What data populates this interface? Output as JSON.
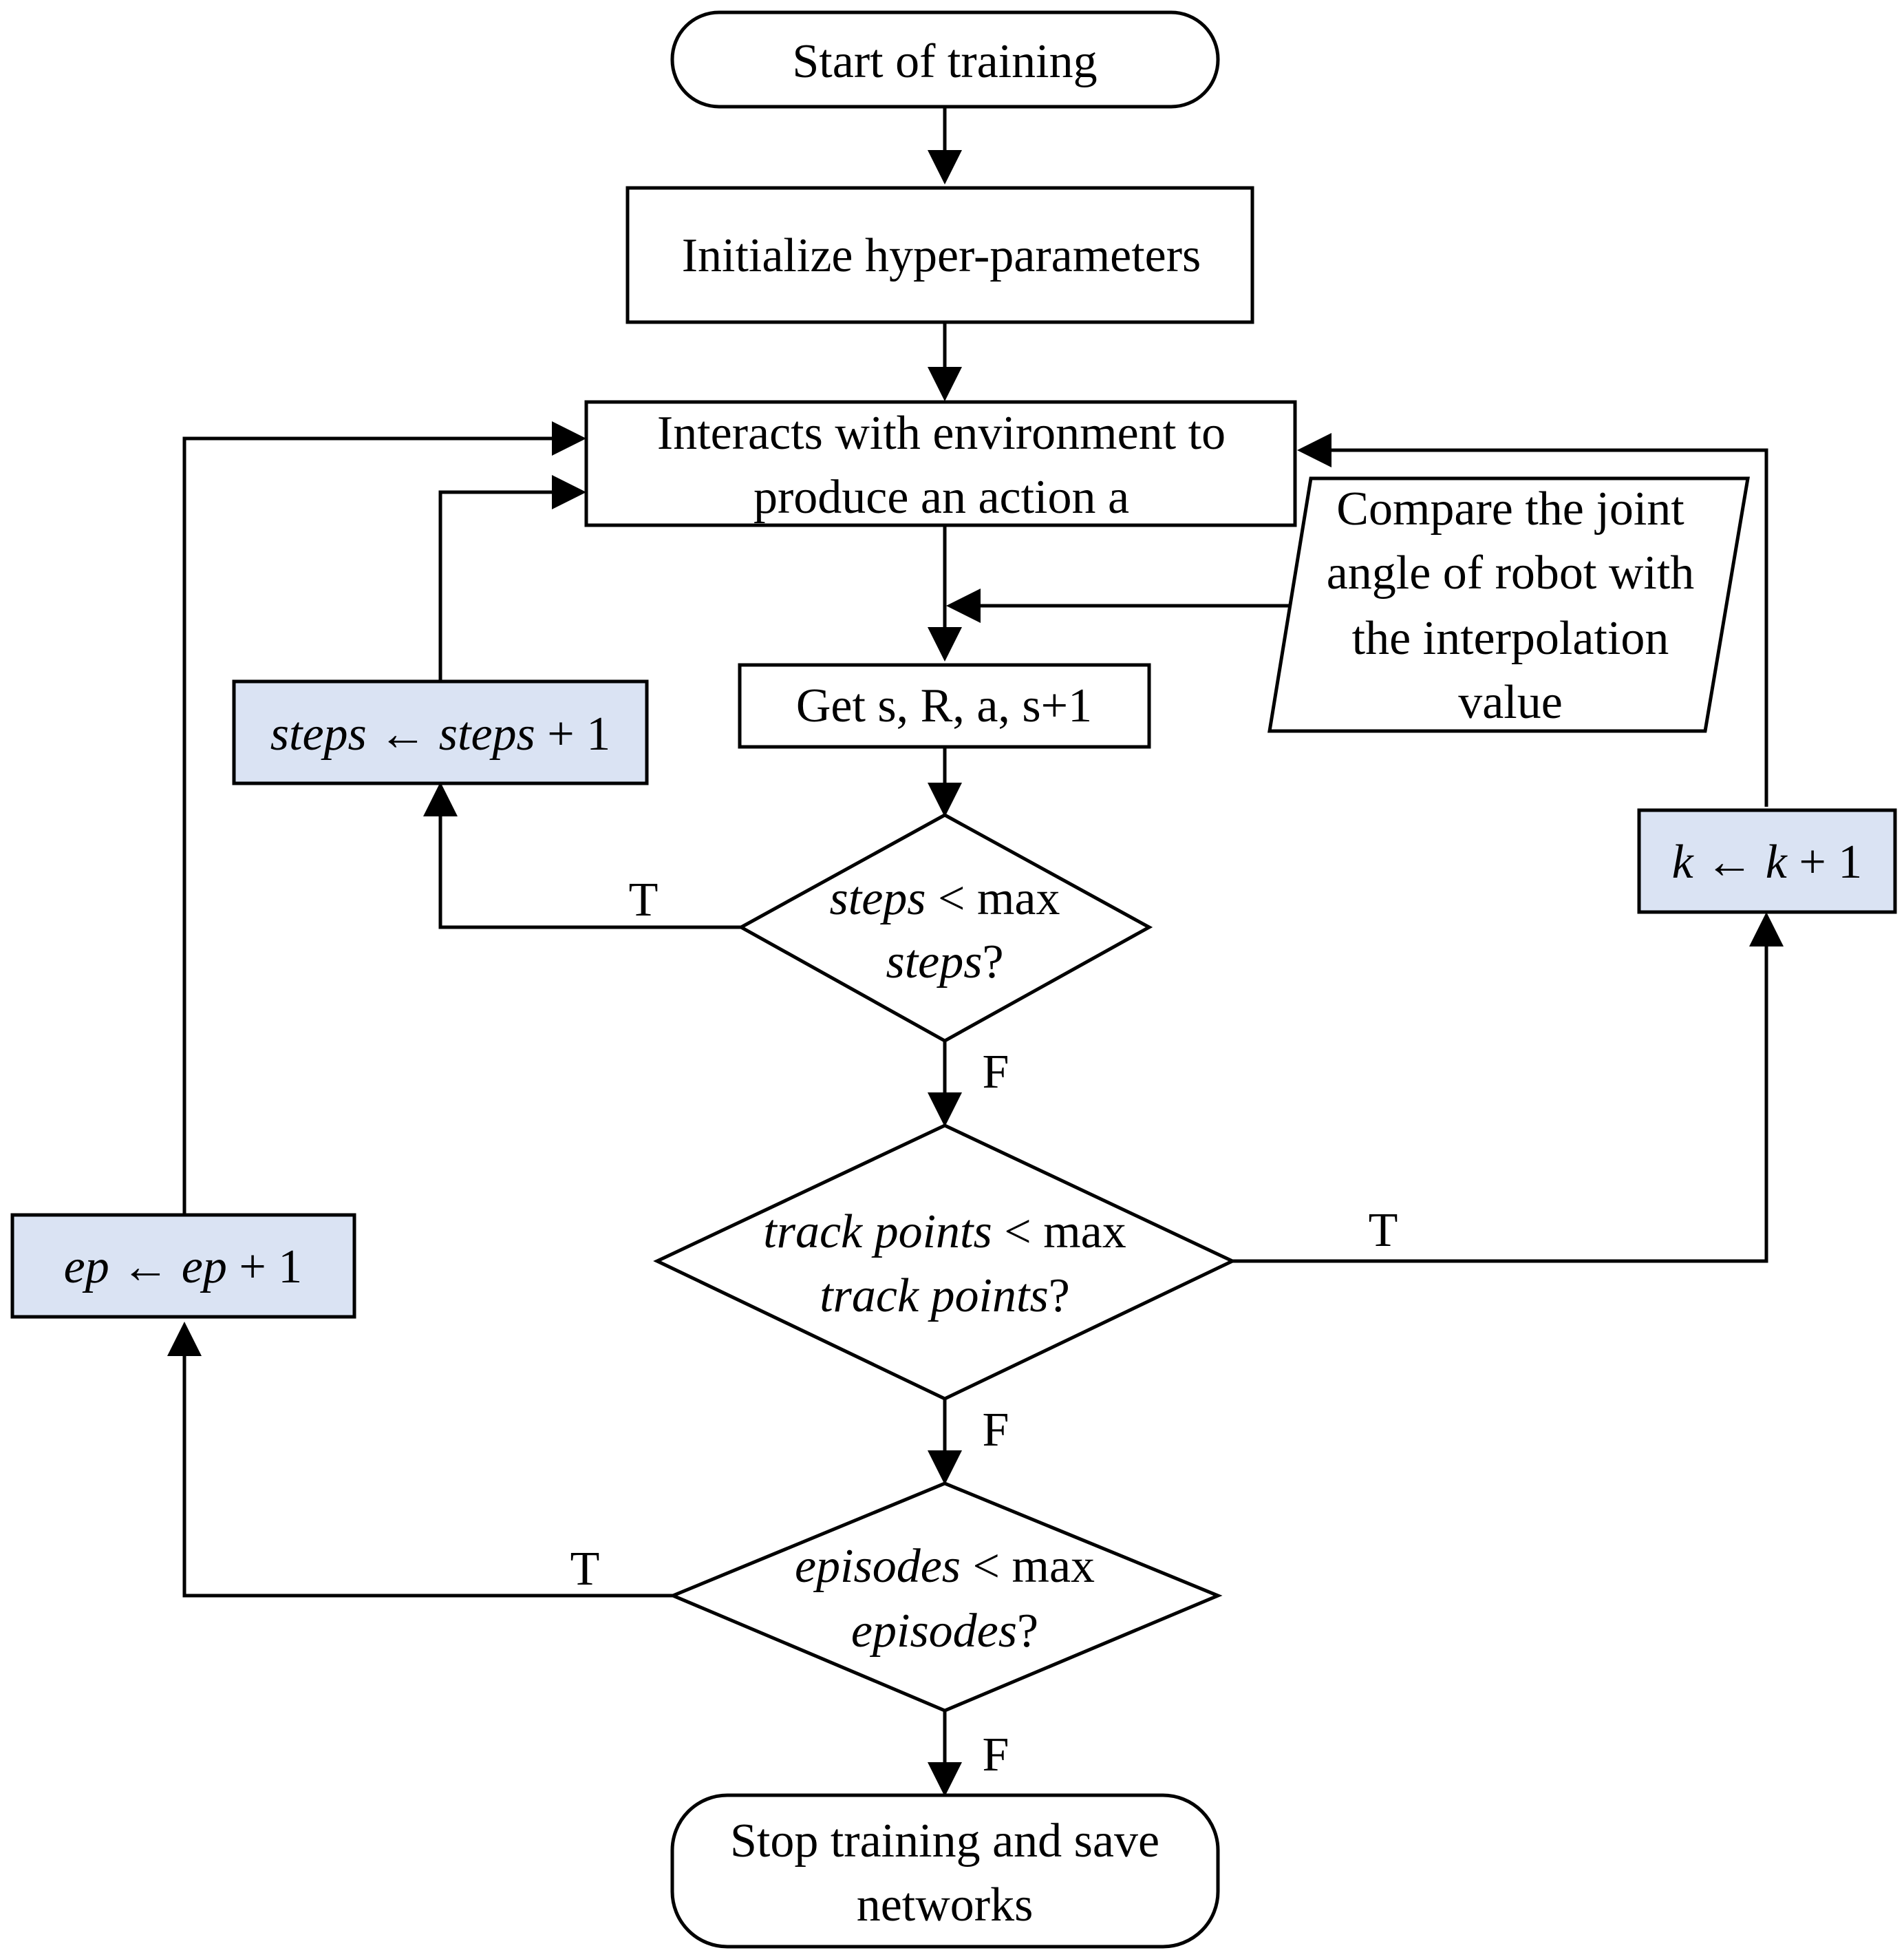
{
  "colors": {
    "stroke": "#000000",
    "box_fill": "#ffffff",
    "counter_fill": "#dae3f3",
    "background": "#ffffff"
  },
  "nodes": {
    "start": {
      "label": "Start of training"
    },
    "init": {
      "label": "Initialize hyper-parameters"
    },
    "interact": {
      "line1": "Interacts with environment to",
      "line2": "produce an action a"
    },
    "compare": {
      "line1": "Compare the joint",
      "line2": "angle of robot with",
      "line3": "the interpolation",
      "line4": "value"
    },
    "get": {
      "label": "Get s, R, a, s+1"
    },
    "steps_inc": {
      "var": "steps",
      "op": " ← ",
      "var2": "steps",
      "rest": " + 1"
    },
    "k_inc": {
      "var": "k",
      "op": " ← ",
      "var2": "k",
      "rest": " + 1"
    },
    "ep_inc": {
      "var": "ep",
      "op": " ← ",
      "var2": "ep",
      "rest": " + 1"
    },
    "steps_check": {
      "l1_var": "steps",
      "l1_rest": " < max",
      "l2_var": "steps",
      "l2_rest": "?"
    },
    "track_check": {
      "l1_var": "track points",
      "l1_rest": " < max",
      "l2_var": "track points",
      "l2_rest": "?"
    },
    "episodes_check": {
      "l1_var": "episodes",
      "l1_rest": " < max",
      "l2_var": "episodes",
      "l2_rest": "?"
    },
    "stop": {
      "line1": "Stop training and save",
      "line2": "networks"
    }
  },
  "edge_labels": {
    "steps_true": "T",
    "steps_false": "F",
    "track_true": "T",
    "track_false": "F",
    "episodes_true": "T",
    "episodes_false": "F"
  }
}
